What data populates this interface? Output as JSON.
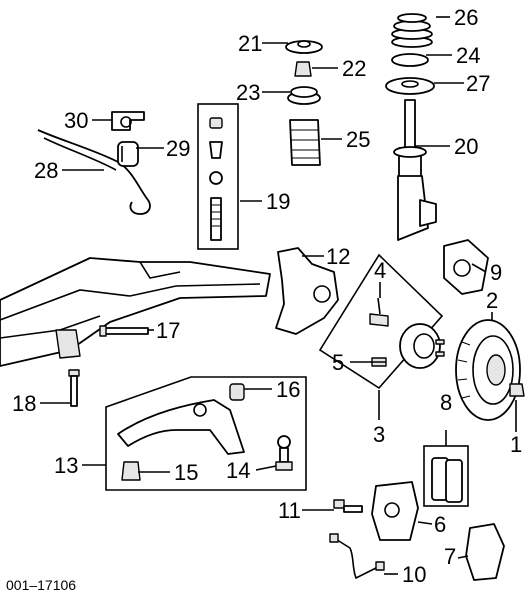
{
  "diagram": {
    "catalog_number": "001–17106",
    "callouts": [
      {
        "id": "c1",
        "text": "1"
      },
      {
        "id": "c2",
        "text": "2"
      },
      {
        "id": "c3",
        "text": "3"
      },
      {
        "id": "c4",
        "text": "4"
      },
      {
        "id": "c5",
        "text": "5"
      },
      {
        "id": "c6",
        "text": "6"
      },
      {
        "id": "c7",
        "text": "7"
      },
      {
        "id": "c8",
        "text": "8"
      },
      {
        "id": "c9",
        "text": "9"
      },
      {
        "id": "c10",
        "text": "10"
      },
      {
        "id": "c11",
        "text": "11"
      },
      {
        "id": "c12",
        "text": "12"
      },
      {
        "id": "c13",
        "text": "13"
      },
      {
        "id": "c14",
        "text": "14"
      },
      {
        "id": "c15",
        "text": "15"
      },
      {
        "id": "c16",
        "text": "16"
      },
      {
        "id": "c17",
        "text": "17"
      },
      {
        "id": "c18",
        "text": "18"
      },
      {
        "id": "c19",
        "text": "19"
      },
      {
        "id": "c20",
        "text": "20"
      },
      {
        "id": "c21",
        "text": "21"
      },
      {
        "id": "c22",
        "text": "22"
      },
      {
        "id": "c23",
        "text": "23"
      },
      {
        "id": "c24",
        "text": "24"
      },
      {
        "id": "c25",
        "text": "25"
      },
      {
        "id": "c26",
        "text": "26"
      },
      {
        "id": "c27",
        "text": "27"
      },
      {
        "id": "c28",
        "text": "28"
      },
      {
        "id": "c29",
        "text": "29"
      },
      {
        "id": "c30",
        "text": "30"
      }
    ]
  }
}
